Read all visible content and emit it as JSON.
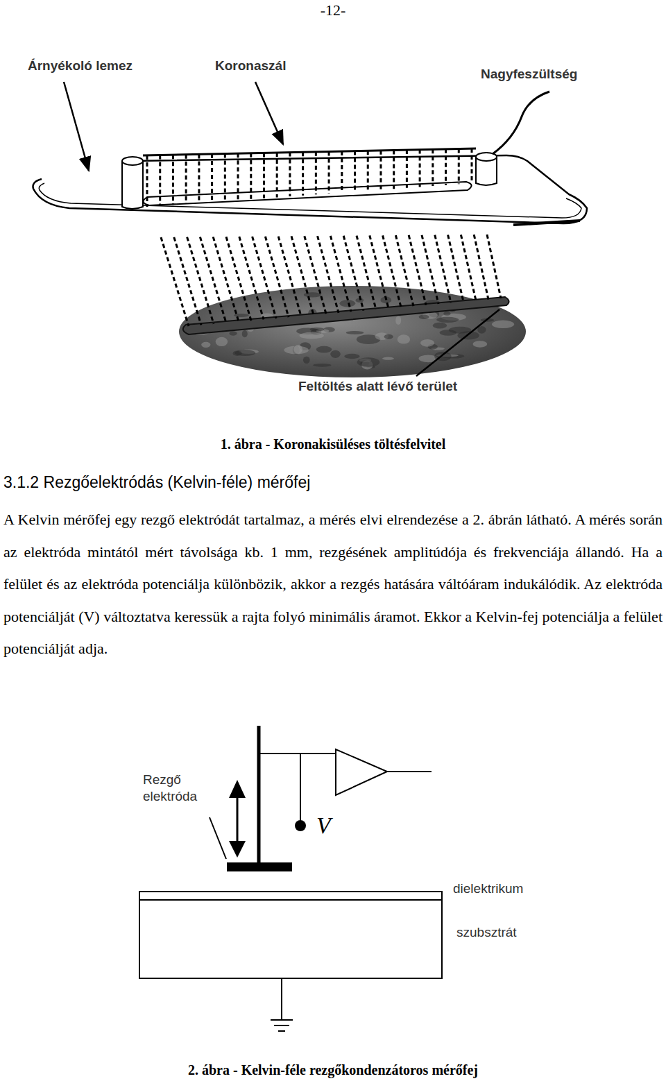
{
  "diagram": {
    "title": "3.1.2 Rezgőelektródás (Kelvin-féle) mérőfej",
    "labels": [
      "-12-",
      "Árnyékoló lemez",
      "Koronaszál",
      "Nagyfeszültség",
      "Feltöltés alatt lévő terület",
      "1. ábra - Koronakisüléses töltésfelvitel",
      "A Kelvin mérőfej egy rezgő elektródát tartalmaz, a mérés elvi elrendezése a 2. ábrán látható. A mérés során az elektróda mintától mért távolsága kb. 1 mm, rezgésének amplitúdója és frekvenciája állandó. Ha a felület és az elektróda potenciálja különbözik, akkor a rezgés hatására váltóáram indukálódik. Az elektróda potenciálját (V) változtatva keressük a rajta folyó minimális áramot. Ekkor a Kelvin-fej potenciálja a felület potenciálját adja.",
      "Rezgő elektróda",
      "V",
      "dielektrikum",
      "szubsztrát",
      "2. ábra - Kelvin-féle rezgőkondenzátoros mérőfej"
    ]
  }
}
